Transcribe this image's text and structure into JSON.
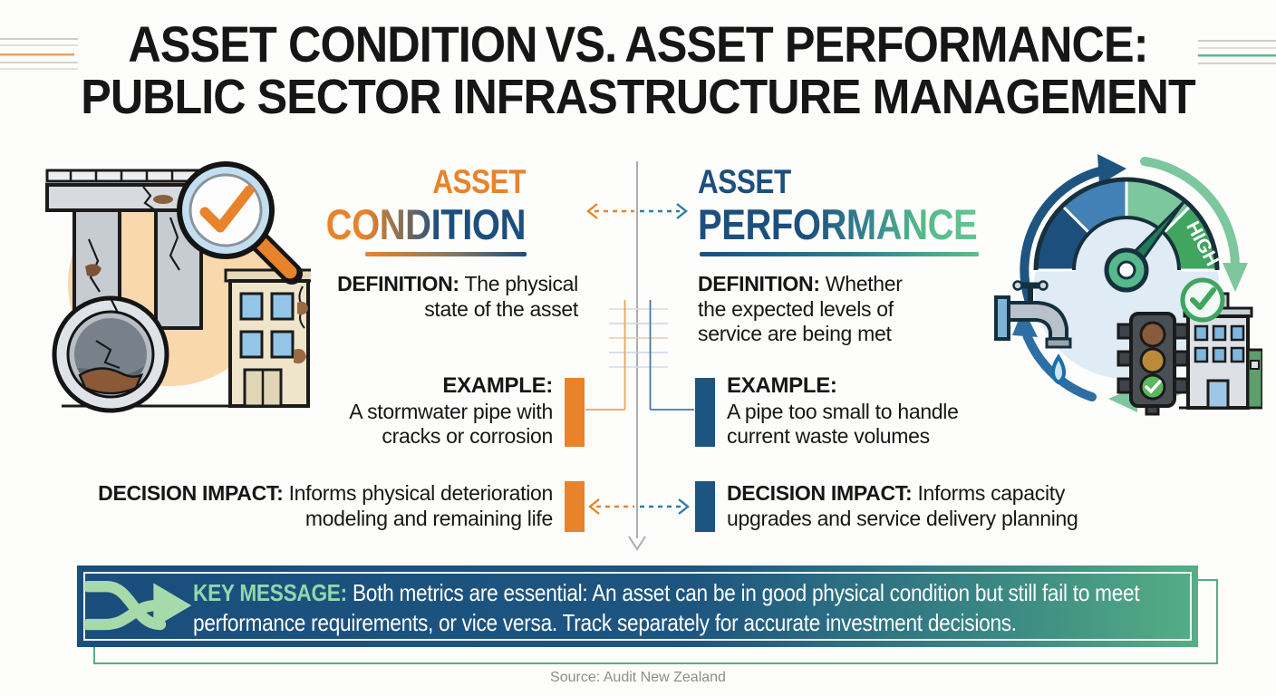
{
  "title": {
    "line1_left": "ASSET CONDITION",
    "line1_mid": "VS.",
    "line1_right": "ASSET PERFORMANCE:",
    "line2": "PUBLIC SECTOR INFRASTRUCTURE MANAGEMENT"
  },
  "condition": {
    "header_top": "ASSET",
    "header_bottom": "CONDITION",
    "definition_label": "DEFINITION:",
    "definition_text": "The physical state of the asset",
    "example_label": "EXAMPLE:",
    "example_text": "A stormwater pipe with cracks or corrosion",
    "impact_label": "DECISION IMPACT:",
    "impact_text": "Informs physical deterioration modeling and remaining life",
    "accent_color": "#E8832C"
  },
  "performance": {
    "header_top": "ASSET",
    "header_bottom": "PERFORMANCE",
    "definition_label": "DEFINITION:",
    "definition_text": "Whether the expected levels of service are being met",
    "example_label": "EXAMPLE:",
    "example_text": "A pipe too small to handle current waste volumes",
    "impact_label": "DECISION IMPACT:",
    "impact_text": "Informs capacity upgrades and service delivery planning",
    "accent_color": "#1C4F7D",
    "secondary_color": "#5CBE8A"
  },
  "gauge": {
    "label": "HIGH"
  },
  "key_message": {
    "label": "KEY MESSAGE:",
    "text": "Both metrics are essential: An asset can be in good physical condition but still fail to meet performance requirements, or vice versa. Track separately for accurate investment decisions."
  },
  "source": "Source: Audit New Zealand",
  "icons": {
    "left_illustration": "damaged-infrastructure-with-magnifier-check",
    "right_illustration": "performance-gauge-with-city-services",
    "banner_icon": "merge-arrows",
    "divider": "vertical-flow-arrow",
    "connectors": "dashed-double-arrows"
  },
  "colors": {
    "condition_orange": "#E8832C",
    "performance_blue": "#1C4F7D",
    "performance_green": "#5CBE8A",
    "banner_blue": "#1A4E7C",
    "banner_green": "#55AE85",
    "key_label_green": "#8FD9AC",
    "title_black": "#161616",
    "source_gray": "#8C8C8C"
  }
}
